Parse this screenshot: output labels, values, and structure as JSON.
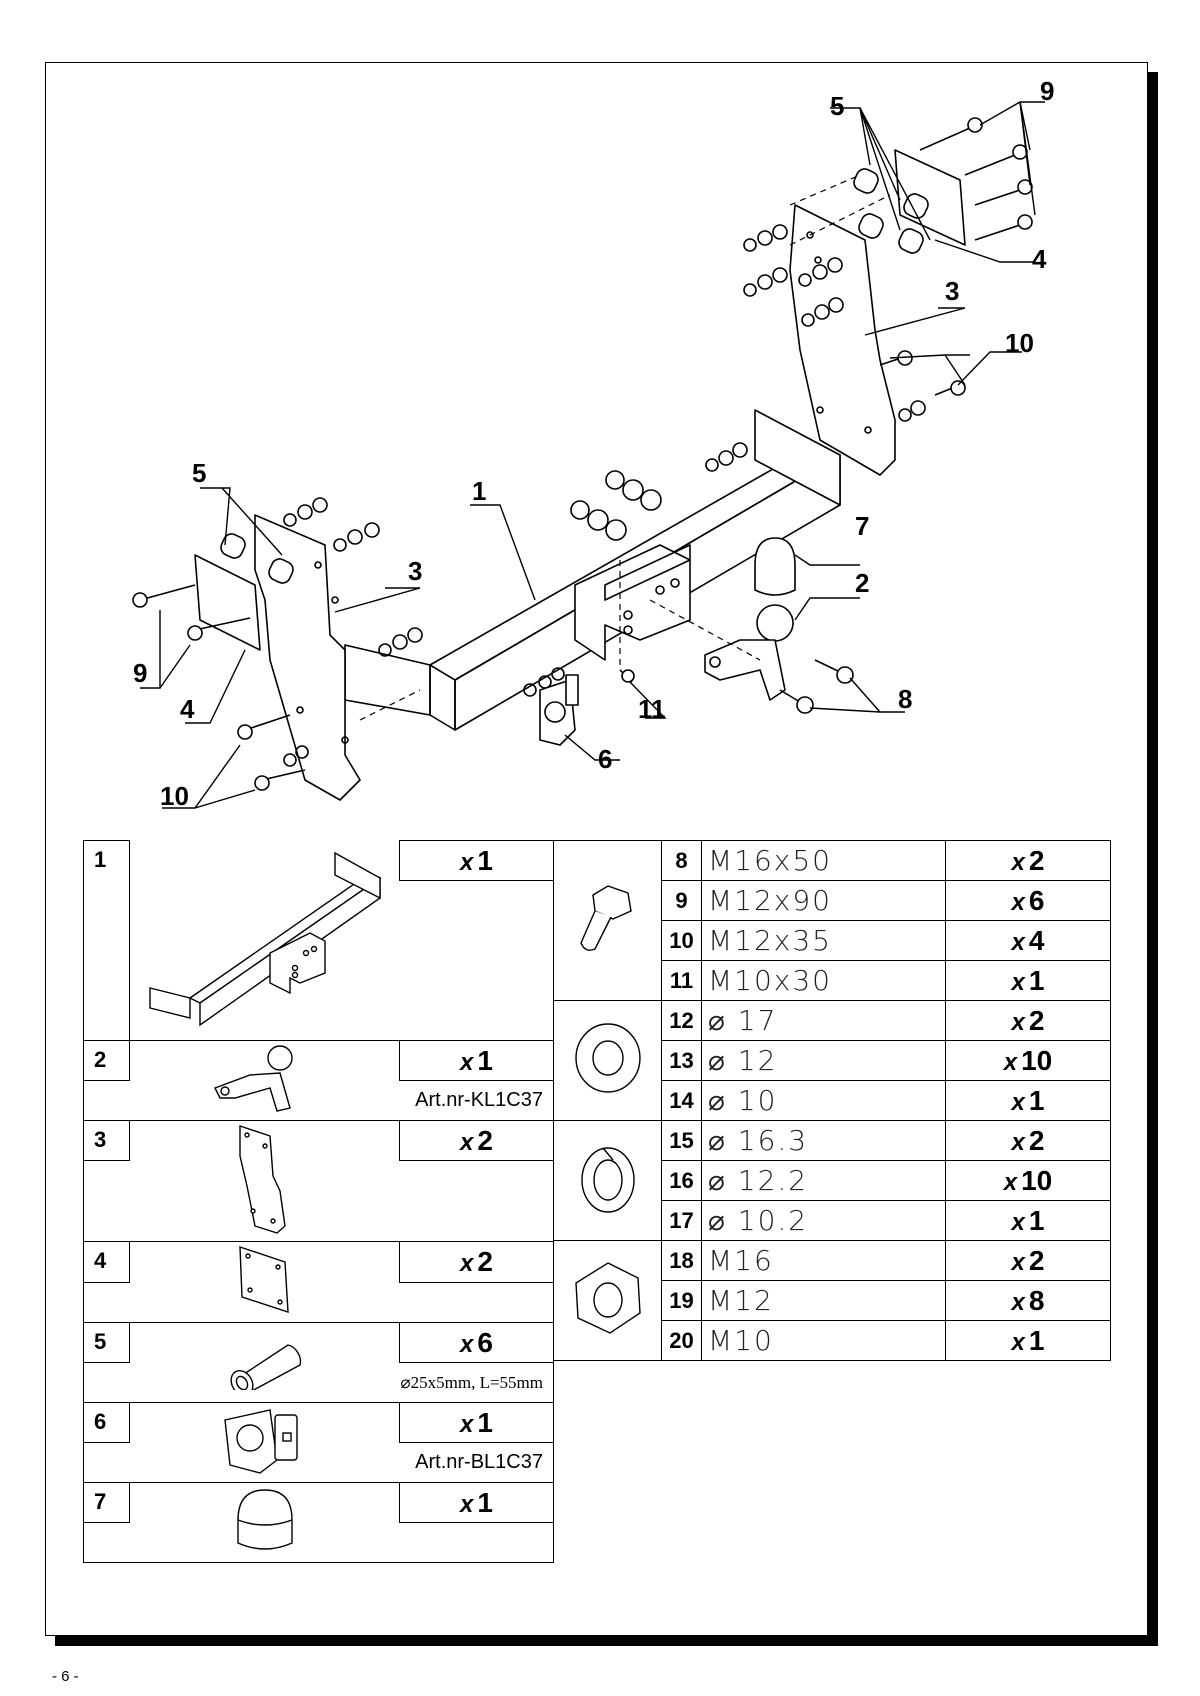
{
  "callouts": {
    "c1": "1",
    "c2": "2",
    "c3a": "3",
    "c3b": "3",
    "c4a": "4",
    "c4b": "4",
    "c5a": "5",
    "c5b": "5",
    "c6": "6",
    "c7": "7",
    "c8": "8",
    "c9a": "9",
    "c9b": "9",
    "c10a": "10",
    "c10b": "10",
    "c11": "11"
  },
  "left_parts": [
    {
      "num": "1",
      "qty_x": "x",
      "qty_n": "1",
      "sub": ""
    },
    {
      "num": "2",
      "qty_x": "x",
      "qty_n": "1",
      "sub": "Art.nr-KL1C37"
    },
    {
      "num": "3",
      "qty_x": "x",
      "qty_n": "2",
      "sub": ""
    },
    {
      "num": "4",
      "qty_x": "x",
      "qty_n": "2",
      "sub": ""
    },
    {
      "num": "5",
      "qty_x": "x",
      "qty_n": "6",
      "sub": "⌀25x5mm, L=55mm"
    },
    {
      "num": "6",
      "qty_x": "x",
      "qty_n": "1",
      "sub": "Art.nr-BL1C37"
    },
    {
      "num": "7",
      "qty_x": "x",
      "qty_n": "1",
      "sub": ""
    }
  ],
  "right_parts": [
    {
      "num": "8",
      "spec": "M16x50",
      "qty_x": "x",
      "qty_n": "2"
    },
    {
      "num": "9",
      "spec": "M12x90",
      "qty_x": "x",
      "qty_n": "6"
    },
    {
      "num": "10",
      "spec": "M12x35",
      "qty_x": "x",
      "qty_n": "4"
    },
    {
      "num": "11",
      "spec": "M10x30",
      "qty_x": "x",
      "qty_n": "1"
    },
    {
      "num": "12",
      "spec": "⌀ 17",
      "qty_x": "x",
      "qty_n": "2"
    },
    {
      "num": "13",
      "spec": "⌀ 12",
      "qty_x": "x",
      "qty_n": "10"
    },
    {
      "num": "14",
      "spec": "⌀ 10",
      "qty_x": "x",
      "qty_n": "1"
    },
    {
      "num": "15",
      "spec": "⌀ 16.3",
      "qty_x": "x",
      "qty_n": "2"
    },
    {
      "num": "16",
      "spec": "⌀ 12.2",
      "qty_x": "x",
      "qty_n": "10"
    },
    {
      "num": "17",
      "spec": "⌀ 10.2",
      "qty_x": "x",
      "qty_n": "1"
    },
    {
      "num": "18",
      "spec": "M16",
      "qty_x": "x",
      "qty_n": "2"
    },
    {
      "num": "19",
      "spec": "M12",
      "qty_x": "x",
      "qty_n": "8"
    },
    {
      "num": "20",
      "spec": "M10",
      "qty_x": "x",
      "qty_n": "1"
    }
  ],
  "footer": {
    "page_number": "- 6 -"
  }
}
